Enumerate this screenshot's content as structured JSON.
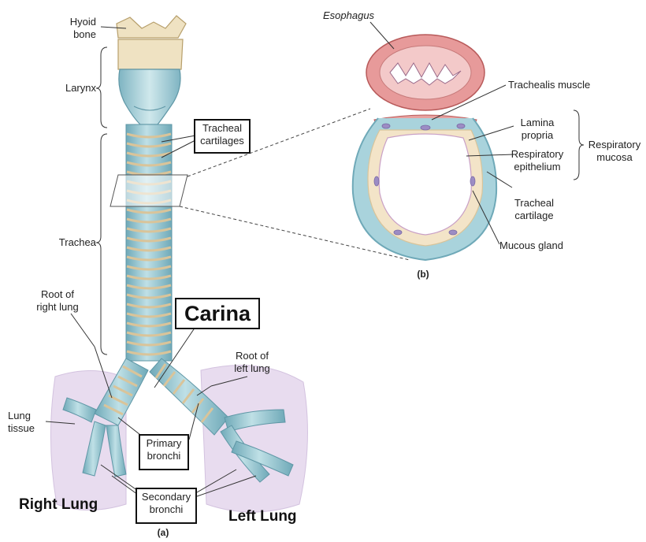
{
  "labels": {
    "hyoid_bone": "Hyoid\nbone",
    "larynx": "Larynx",
    "trachea": "Trachea",
    "root_right_lung": "Root of\nright lung",
    "lung_tissue": "Lung\ntissue",
    "root_left_lung": "Root of\nleft lung",
    "tracheal_cartilages": "Tracheal\ncartilages",
    "carina": "Carina",
    "primary_bronchi": "Primary\nbronchi",
    "secondary_bronchi": "Secondary\nbronchi",
    "right_lung": "Right Lung",
    "left_lung": "Left Lung",
    "panel_a": "(a)",
    "panel_b": "(b)",
    "esophagus": "Esophagus",
    "trachealis_muscle": "Trachealis muscle",
    "lamina_propria": "Lamina\npropria",
    "respiratory_epithelium": "Respiratory\nepithelium",
    "respiratory_mucosa": "Respiratory\nmucosa",
    "tracheal_cartilage": "Tracheal\ncartilage",
    "mucous_gland": "Mucous gland"
  },
  "colors": {
    "cartilage_blue": "#a9d3dc",
    "cartilage_dark": "#6fa9b8",
    "ring_tan": "#d9c49a",
    "esophagus_pink": "#e79a9a",
    "lung_lavender": "#e8dcef",
    "hyoid_cream": "#efe2c2"
  }
}
